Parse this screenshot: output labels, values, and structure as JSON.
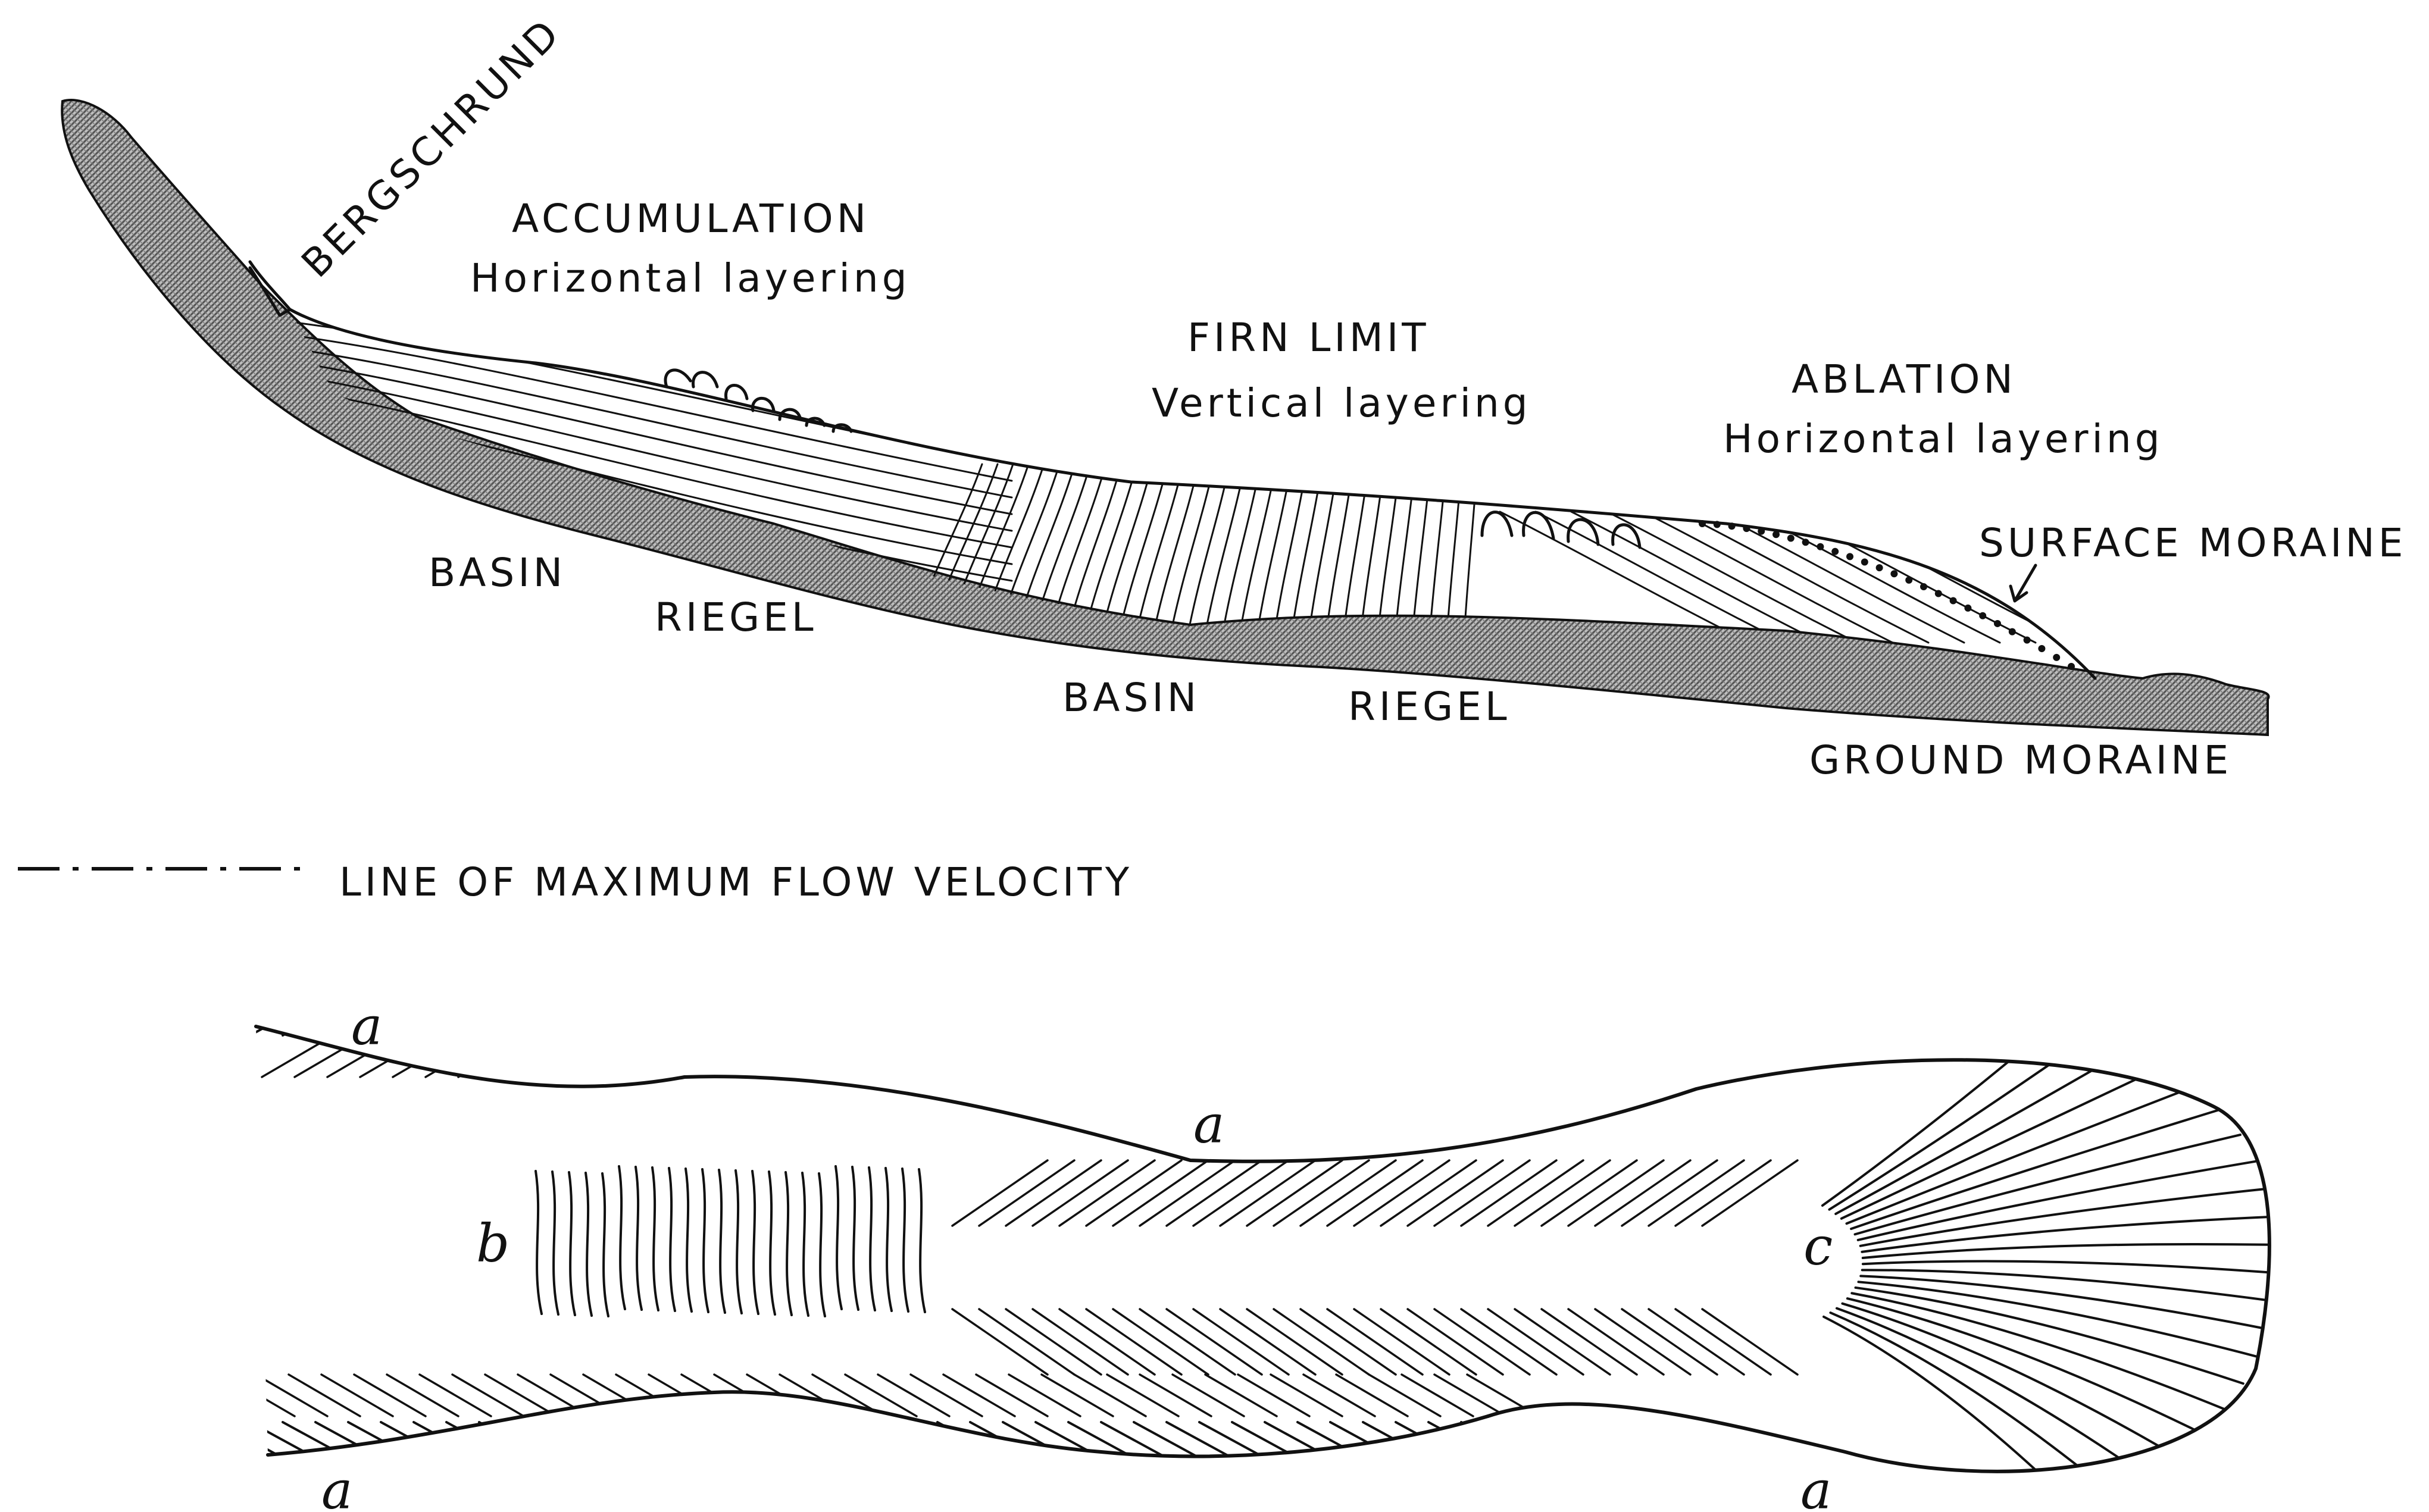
{
  "profile": {
    "bergschrund": "BERGSCHRUND",
    "accumulation_title": "ACCUMULATION",
    "accumulation_sub": "Horizontal layering",
    "firn_title": "FIRN LIMIT",
    "firn_sub": "Vertical layering",
    "ablation_title": "ABLATION",
    "ablation_sub": "Horizontal layering",
    "surface_moraine": "SURFACE MORAINE",
    "basin_1": "BASIN",
    "riegel_1": "RIEGEL",
    "basin_2": "BASIN",
    "riegel_2": "RIEGEL",
    "ground_moraine": "GROUND MORAINE"
  },
  "legend": {
    "line_label": "LINE OF MAXIMUM FLOW VELOCITY"
  },
  "plan": {
    "a_top_left": "a",
    "a_top_mid": "a",
    "a_bottom_left": "a",
    "a_bottom_right": "a",
    "b": "b",
    "c": "c"
  },
  "colors": {
    "ink": "#111111",
    "bedrock_hatch": "#8a8a8a",
    "background": "#ffffff"
  }
}
